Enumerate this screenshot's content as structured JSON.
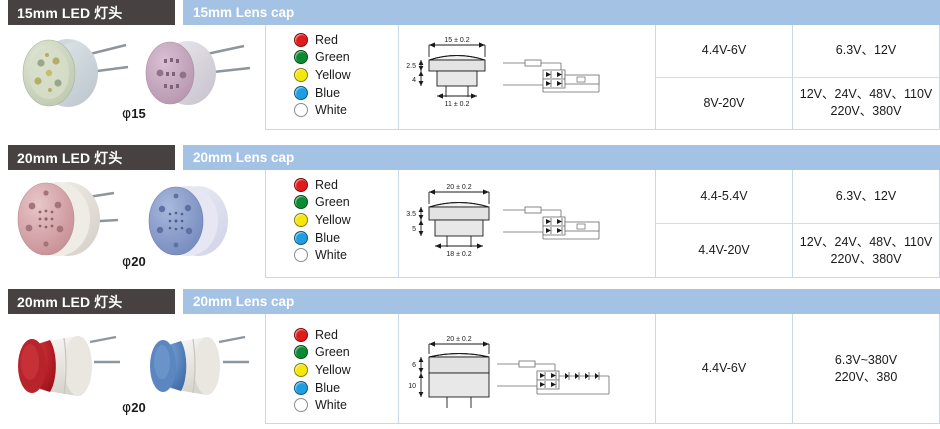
{
  "sections": [
    {
      "badge_label": "15mm LED 灯头",
      "bluebar_label": "15mm Lens cap",
      "diameter_prefix": "φ",
      "diameter_value": "15",
      "colors": [
        {
          "name": "Red",
          "hex": "#e01b1b"
        },
        {
          "name": "Green",
          "hex": "#0a8a32"
        },
        {
          "name": "Yellow",
          "hex": "#f5e70b"
        },
        {
          "name": "Blue",
          "hex": "#1c9ee0"
        },
        {
          "name": "White",
          "hex": "#ffffff"
        }
      ],
      "drawing": {
        "width_dim": "15 ± 0.2",
        "base_dim": "11 ± 0.2",
        "height_top": "2.5",
        "height_bottom": "4",
        "circuit": "bridge-rectifier-single-led"
      },
      "voltage_dc": [
        "4.4V-6V",
        "8V-20V"
      ],
      "voltage_ac": [
        "6.3V、12V",
        "12V、24V、48V、110V\n220V、380V"
      ],
      "photos": [
        {
          "face_hex": "#cfd8c4",
          "body_hex": "#d7dde1",
          "style": "flat-pcb"
        },
        {
          "face_hex": "#c7a9c0",
          "body_hex": "#dcd9de",
          "style": "flat-pcb"
        }
      ]
    },
    {
      "badge_label": "20mm LED 灯头",
      "bluebar_label": "20mm Lens cap",
      "diameter_prefix": "φ",
      "diameter_value": "20",
      "colors": [
        {
          "name": "Red",
          "hex": "#e01b1b"
        },
        {
          "name": "Green",
          "hex": "#0a8a32"
        },
        {
          "name": "Yellow",
          "hex": "#f5e70b"
        },
        {
          "name": "Blue",
          "hex": "#1c9ee0"
        },
        {
          "name": "White",
          "hex": "#ffffff"
        }
      ],
      "drawing": {
        "width_dim": "20 ± 0.2",
        "base_dim": "18 ± 0.2",
        "height_top": "3.5",
        "height_bottom": "5",
        "circuit": "bridge-rectifier-single-led"
      },
      "voltage_dc": [
        "4.4-5.4V",
        "4.4V-20V"
      ],
      "voltage_ac": [
        "6.3V、12V",
        "12V、24V、48V、110V\n220V、380V"
      ],
      "photos": [
        {
          "face_hex": "#d9a9ad",
          "body_hex": "#ece7e2",
          "style": "round-pcb"
        },
        {
          "face_hex": "#8fa2cd",
          "body_hex": "#dfe0ee",
          "style": "round-pcb"
        }
      ]
    },
    {
      "badge_label": "20mm LED 灯头",
      "bluebar_label": "20mm Lens cap",
      "diameter_prefix": "φ",
      "diameter_value": "20",
      "colors": [
        {
          "name": "Red",
          "hex": "#e01b1b"
        },
        {
          "name": "Green",
          "hex": "#0a8a32"
        },
        {
          "name": "Yellow",
          "hex": "#f5e70b"
        },
        {
          "name": "Blue",
          "hex": "#1c9ee0"
        },
        {
          "name": "White",
          "hex": "#ffffff"
        }
      ],
      "drawing": {
        "width_dim": "20 ± 0.2",
        "base_dim": "",
        "height_top": "6",
        "height_bottom": "10",
        "circuit": "bridge-rectifier-led-chain"
      },
      "voltage_dc": [
        "4.4V-6V"
      ],
      "voltage_ac": [
        "6.3V~380V\n220V、380"
      ],
      "photos": [
        {
          "face_hex": "#c0222b",
          "body_hex": "#eceae6",
          "style": "cylinder-cap"
        },
        {
          "face_hex": "#5b86c0",
          "body_hex": "#eceae6",
          "style": "cylinder-cap"
        }
      ]
    }
  ],
  "theme": {
    "badge_bg": "#474241",
    "bluebar_bg": "#a4c3e4",
    "border": "#c9d7e6",
    "text": "#1a1a1a"
  }
}
